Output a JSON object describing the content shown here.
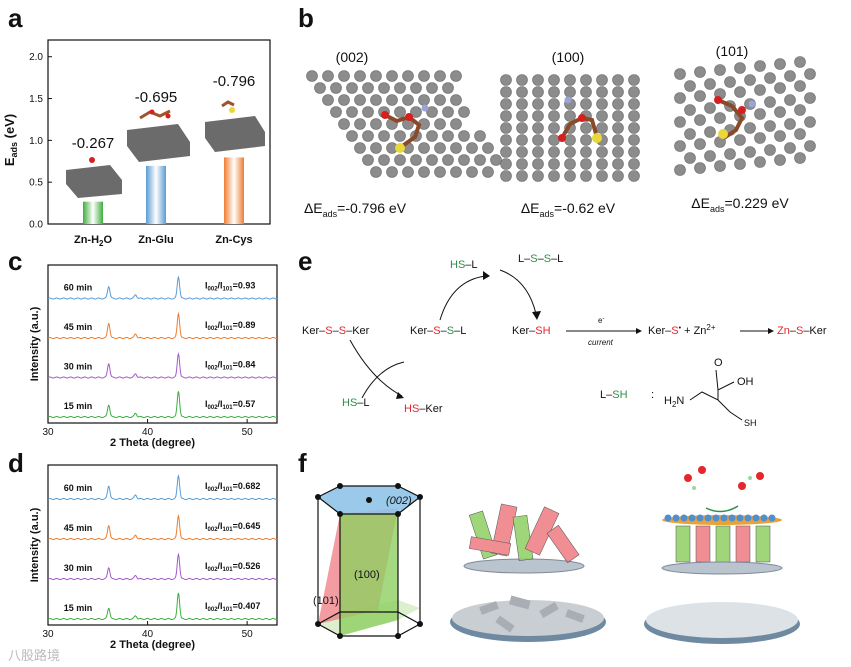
{
  "panels": {
    "a": "a",
    "b": "b",
    "c": "c",
    "d": "d",
    "e": "e",
    "f": "f"
  },
  "colors": {
    "green": "#3fae3f",
    "blue": "#5a9bd5",
    "orange": "#ed7d31",
    "purple": "#a35bc9",
    "red": "#e6262c",
    "dark_green": "#2f8f4a",
    "atom_grey": "#8c8c8c"
  },
  "chart_data": [
    {
      "type": "bar",
      "categories": [
        "Zn-H2O",
        "Zn-Glu",
        "Zn-Cys"
      ],
      "values": [
        0.267,
        0.695,
        0.796
      ],
      "value_labels": [
        "-0.267",
        "-0.695",
        "-0.796"
      ],
      "ylim": [
        0,
        2.2
      ],
      "yticks": [
        "0.0",
        "0.5",
        "1.0",
        "1.5",
        "2.0"
      ],
      "ylabel_main": "E",
      "ylabel_sub": "ads",
      "ylabel_unit": " (eV)"
    },
    {
      "type": "line",
      "xlim": [
        30,
        53
      ],
      "xticks": [
        "30",
        "40",
        "50"
      ],
      "xlabel": "2 Theta (degree)",
      "ylabel": "Intensity (a.u.)",
      "peaks": [
        36.1,
        38.8,
        43.1
      ],
      "series": [
        {
          "name": "60 min",
          "ratio_text": "=0.93",
          "peak_heights": [
            0.45,
            0.14,
            0.8
          ]
        },
        {
          "name": "45 min",
          "ratio_text": "=0.89",
          "peak_heights": [
            0.55,
            0.15,
            0.9
          ]
        },
        {
          "name": "30 min",
          "ratio_text": "=0.84",
          "peak_heights": [
            0.52,
            0.14,
            0.88
          ]
        },
        {
          "name": "15 min",
          "ratio_text": "=0.57",
          "peak_heights": [
            0.45,
            0.14,
            0.95
          ]
        }
      ]
    },
    {
      "type": "line",
      "xlim": [
        30,
        53
      ],
      "xticks": [
        "30",
        "40",
        "50"
      ],
      "xlabel": "2 Theta (degree)",
      "ylabel": "Intensity (a.u.)",
      "peaks": [
        36.1,
        38.8,
        43.1
      ],
      "series": [
        {
          "name": "60 min",
          "ratio_text": "=0.682",
          "peak_heights": [
            0.48,
            0.15,
            0.85
          ]
        },
        {
          "name": "45 min",
          "ratio_text": "=0.645",
          "peak_heights": [
            0.5,
            0.14,
            0.85
          ]
        },
        {
          "name": "30 min",
          "ratio_text": "=0.526",
          "peak_heights": [
            0.42,
            0.13,
            0.9
          ]
        },
        {
          "name": "15 min",
          "ratio_text": "=0.407",
          "peak_heights": [
            0.4,
            0.12,
            0.95
          ]
        }
      ]
    }
  ],
  "ratio_label": {
    "I": "I",
    "sub": "002",
    "slash": "/I",
    "sub2": "101"
  },
  "panel_b": {
    "facets": [
      "(002)",
      "(100)",
      "(101)"
    ],
    "energies": [
      "=-0.796 eV",
      "=-0.62 eV",
      "=0.229 eV"
    ],
    "delta": "ΔE",
    "sub": "ads"
  },
  "panel_e": {
    "hs": "HS",
    "l": "L",
    "dash": "–",
    "ker": "Ker",
    "s": "S",
    "sh": "SH",
    "ss_prod_left": "L–",
    "ss_prod_s1": "S",
    "ss_prod_dash": "–",
    "ss_prod_s2": "S",
    "ss_prod_right": "–L",
    "hs_ker_hs": "HS",
    "hs_ker_rest": "–Ker",
    "electron": "e",
    "electron_sup": "-",
    "current": "current",
    "radical_left": "Ker–",
    "radical_s": "S",
    "radical_dot": "•",
    "plus_zn": " + Zn",
    "zn_sup": "2+",
    "product_zn": "Zn",
    "product_rest": "–Ker",
    "lsh_l": "L–",
    "lsh_sh": "SH",
    "colon": ":",
    "oh": "OH",
    "o": "O",
    "h2n": "H",
    "h2n_sub": "2",
    "h2n_n": "N",
    "sh_small": "SH"
  },
  "panel_f": {
    "facet_002": "(002)",
    "facet_100": "(100)",
    "facet_101": "(101)"
  },
  "watermark": "八股路境"
}
